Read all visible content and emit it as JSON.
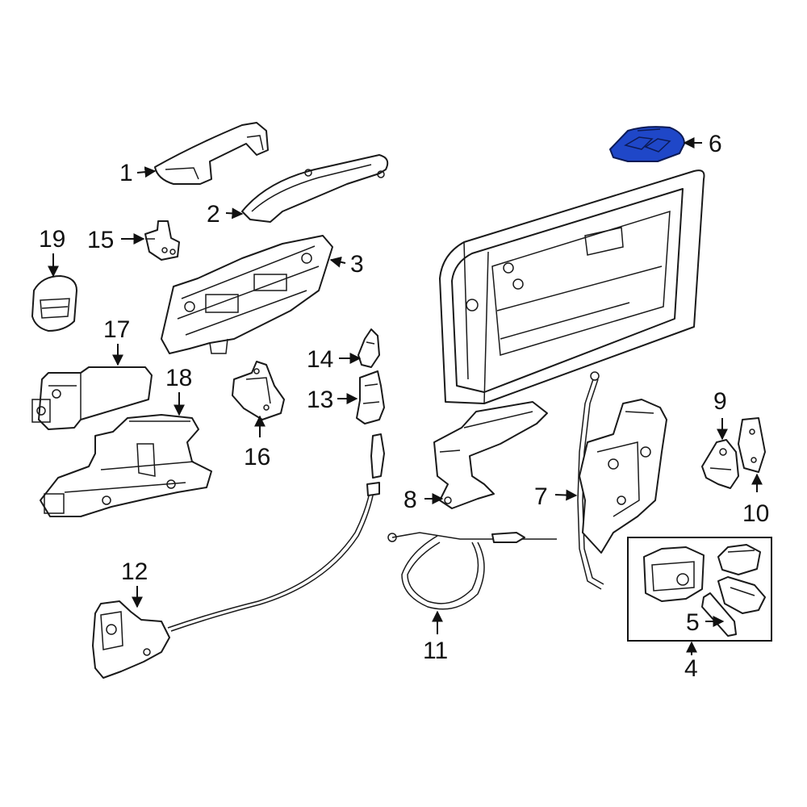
{
  "diagram": {
    "callouts": {
      "c1": "1",
      "c2": "2",
      "c3": "3",
      "c4": "4",
      "c5": "5",
      "c6": "6",
      "c7": "7",
      "c8": "8",
      "c9": "9",
      "c10": "10",
      "c11": "11",
      "c12": "12",
      "c13": "13",
      "c14": "14",
      "c15": "15",
      "c16": "16",
      "c17": "17",
      "c18": "18",
      "c19": "19"
    },
    "highlight_color": "#1f47c8"
  }
}
